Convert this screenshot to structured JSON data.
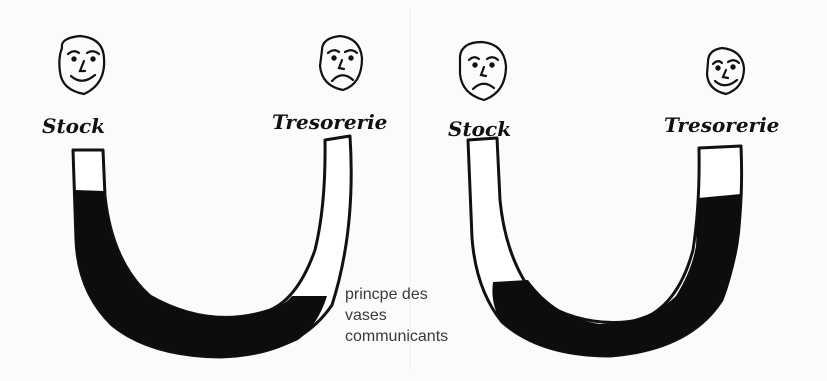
{
  "diagrams": [
    {
      "left_label": "Stock",
      "right_label": "Tresorerie",
      "left_face": "happy",
      "right_face": "sad",
      "left_fill_level": 0.8,
      "right_fill_level": 0.15
    },
    {
      "left_label": "Stock",
      "right_label": "Tresorerie",
      "left_face": "sad",
      "right_face": "happy",
      "left_fill_level": 0.15,
      "right_fill_level": 0.75
    }
  ],
  "caption": {
    "line1": "princpe des",
    "line2": "vases",
    "line3": "communicants"
  },
  "colors": {
    "ink": "#111111",
    "paper": "#fbfbfb",
    "caption": "#3a3a3a"
  },
  "icons": [
    "happy-face-icon",
    "sad-face-icon"
  ]
}
